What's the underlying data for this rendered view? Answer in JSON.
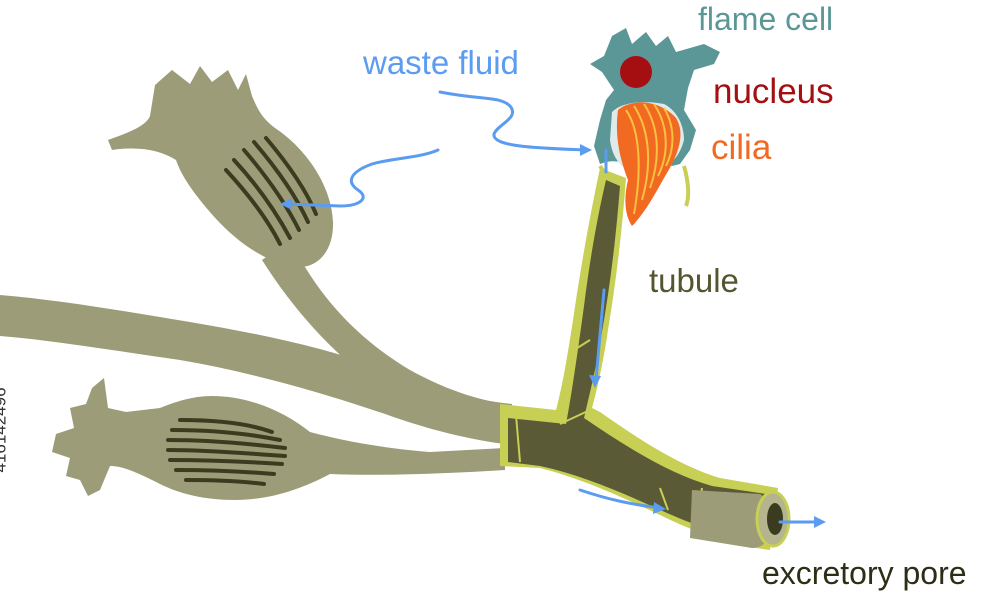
{
  "labels": {
    "flame_cell": "flame cell",
    "waste_fluid": "waste fluid",
    "nucleus": "nucleus",
    "cilia": "cilia",
    "tubule": "tubule",
    "excretory_pore": "excretory pore"
  },
  "stock_id": "416142496",
  "colors": {
    "tissue": "#9c9c78",
    "tubule_dark": "#5a5a37",
    "outline": "#c7cf54",
    "flame_cell": "#5b9796",
    "nucleus": "#a50f12",
    "cilia": "#f26a22",
    "cilia_light": "#f7c23f",
    "arrow": "#5b9bf0",
    "label_flame": "#5b9796",
    "label_waste": "#5b9bf0",
    "label_nucleus": "#a50f12",
    "label_cilia": "#f26a22",
    "label_tubule": "#55552f",
    "label_pore": "#2e2e16",
    "stock_id": "#333333"
  }
}
